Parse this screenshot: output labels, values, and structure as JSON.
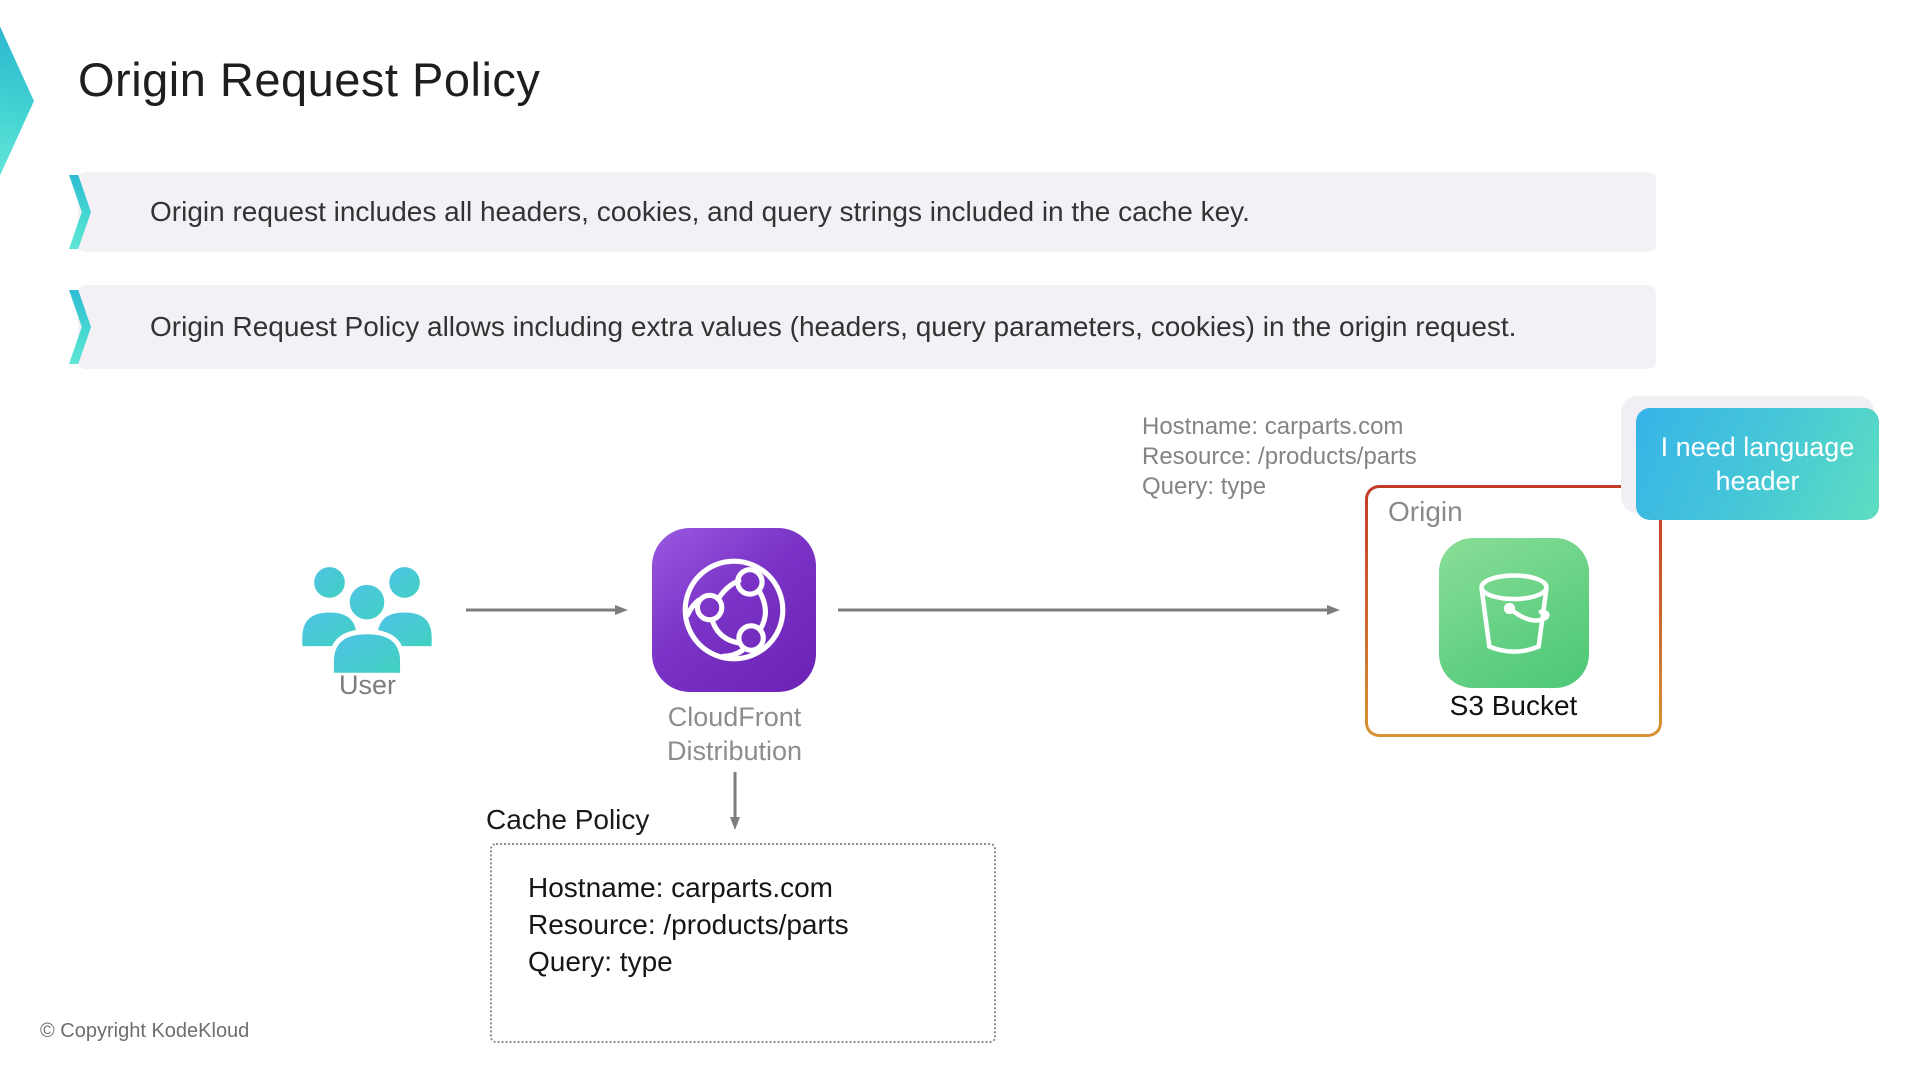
{
  "slide": {
    "title": "Origin Request Policy",
    "footer": "© Copyright KodeKloud",
    "bullets": [
      {
        "text": "Origin request includes all headers, cookies, and query strings included in the cache key."
      },
      {
        "text": "Origin Request Policy allows including extra values (headers, query parameters, cookies) in the origin request."
      }
    ]
  },
  "diagram": {
    "user": {
      "label": "User"
    },
    "cloudfront": {
      "label_lines": [
        "CloudFront",
        "Distribution"
      ]
    },
    "request_annotation": {
      "lines": [
        "Hostname: carparts.com",
        "Resource: /products/parts",
        "Query: type"
      ]
    },
    "origin": {
      "label": "Origin",
      "s3_label": "S3 Bucket"
    },
    "callout": {
      "text": "I need language header"
    },
    "cache_policy": {
      "title": "Cache Policy",
      "lines": [
        "Hostname: carparts.com",
        "Resource: /products/parts",
        "Query: type"
      ]
    }
  },
  "colors": {
    "accent_teal_start": "#28b4d0",
    "accent_teal_end": "#68e9da",
    "bullet_bg": "#f4f1f6",
    "cloudfront_purple_start": "#9a5ae0",
    "cloudfront_purple_end": "#6c22b4",
    "s3_green_start": "#8ade96",
    "s3_green_end": "#4cc776",
    "origin_border_top": "#c43a28",
    "origin_border_bottom": "#d79433",
    "callout_blue": "#36b3e8",
    "callout_teal": "#5edec0",
    "arrow_gray": "#7d7d7d",
    "title_text": "#1e1e1e",
    "muted_label": "#8d8d8d"
  }
}
